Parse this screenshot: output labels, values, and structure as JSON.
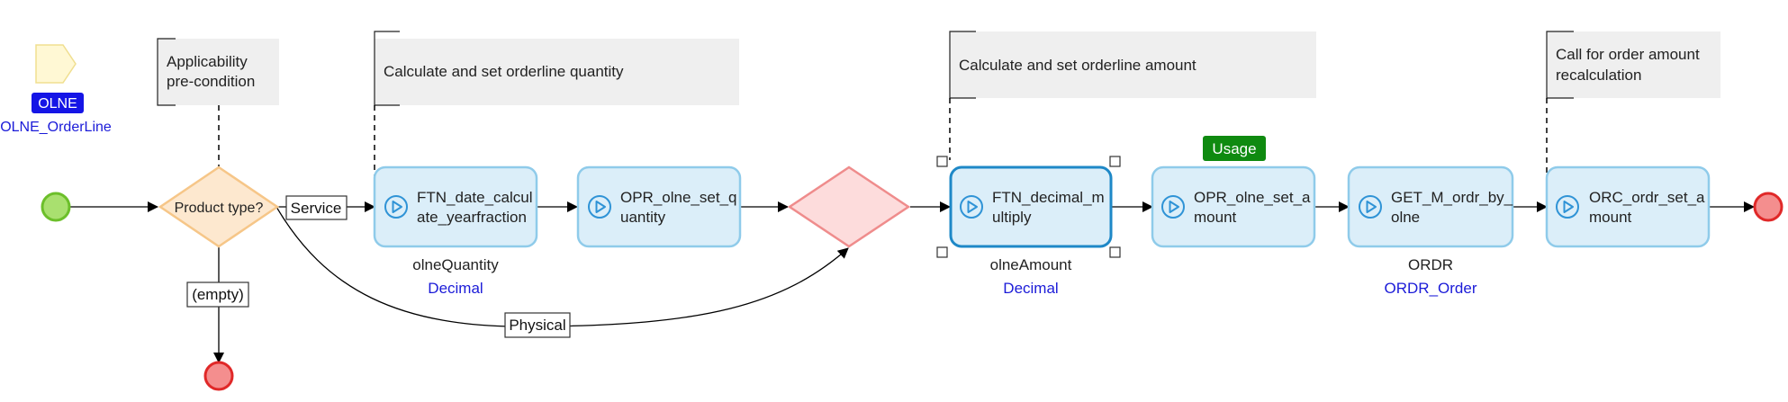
{
  "parameter": {
    "badge": "OLNE",
    "name": "OLNE_OrderLine"
  },
  "annotations": {
    "applicability": [
      "Applicability",
      "pre-condition"
    ],
    "quantity": [
      "Calculate and set orderline quantity"
    ],
    "amount": [
      "Calculate and set orderline amount"
    ],
    "recalc": [
      "Call for order amount",
      "recalculation"
    ]
  },
  "split": {
    "label": "Product type?",
    "flow_service": "Service",
    "flow_empty": "(empty)",
    "flow_physical": "Physical"
  },
  "activities": {
    "ftn_date": [
      "FTN_date_calcul",
      "ate_yearfraction"
    ],
    "opr_qty": [
      "OPR_olne_set_q",
      "uantity"
    ],
    "ftn_decimal": [
      "FTN_decimal_m",
      "ultiply"
    ],
    "opr_amount": [
      "OPR_olne_set_a",
      "mount"
    ],
    "get_ordr": [
      "GET_M_ordr_by_",
      "olne"
    ],
    "orc_amount": [
      "ORC_ordr_set_a",
      "mount"
    ]
  },
  "outputs": {
    "ftn_date": {
      "name": "olneQuantity",
      "type": "Decimal"
    },
    "ftn_decimal": {
      "name": "olneAmount",
      "type": "Decimal"
    },
    "get_ordr": {
      "name": "ORDR",
      "type": "ORDR_Order"
    }
  },
  "badges": {
    "usage": "Usage"
  },
  "colors": {
    "activity_fill": "#dbeef9",
    "activity_stroke": "#8fcbea",
    "selected_stroke": "#1e88c7",
    "split_fill": "#fde8cf",
    "split_stroke": "#f6c688",
    "merge_fill": "#fddcdc",
    "merge_stroke": "#ef8c8c",
    "start_fill": "#a9e06f",
    "start_stroke": "#6cbf2a",
    "end_fill": "#f48e8e",
    "end_stroke": "#e02828",
    "annotation_fill": "#efefef",
    "param_badge": "#1515e6",
    "usage_badge": "#0f8a10",
    "type_text": "#1b1bd8"
  }
}
